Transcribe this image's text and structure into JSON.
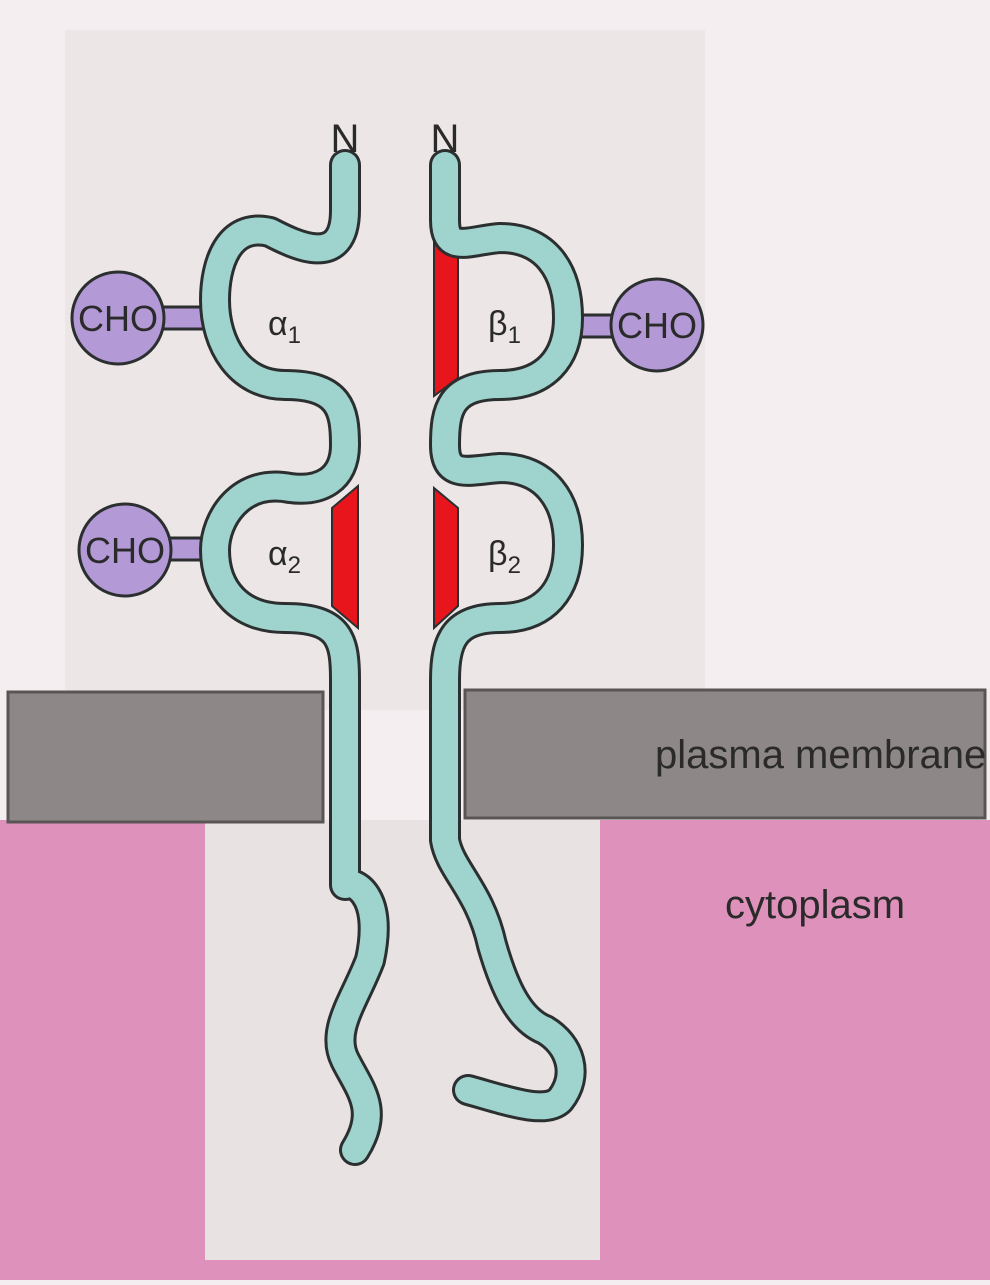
{
  "chains": {
    "alpha": {
      "n_terminus": "N",
      "domain_1": "α",
      "domain_1_sub": "1",
      "domain_2": "α",
      "domain_2_sub": "2"
    },
    "beta": {
      "n_terminus": "N",
      "domain_1": "β",
      "domain_1_sub": "1",
      "domain_2": "β",
      "domain_2_sub": "2"
    }
  },
  "carbohydrates": {
    "alpha_1": "CHO",
    "alpha_2": "CHO",
    "beta_1": "CHO"
  },
  "regions": {
    "membrane": "plasma membrane",
    "cytoplasm": "cytoplasm"
  },
  "colors": {
    "protein_fill": "#9fd3cd",
    "protein_outline": "#2b2f30",
    "binding_region": "#e8151c",
    "carbohydrate": "#b39ad6",
    "membrane": "#8d8787",
    "cytoplasm": "#de91bb",
    "extracellular": "#f4eef0"
  }
}
